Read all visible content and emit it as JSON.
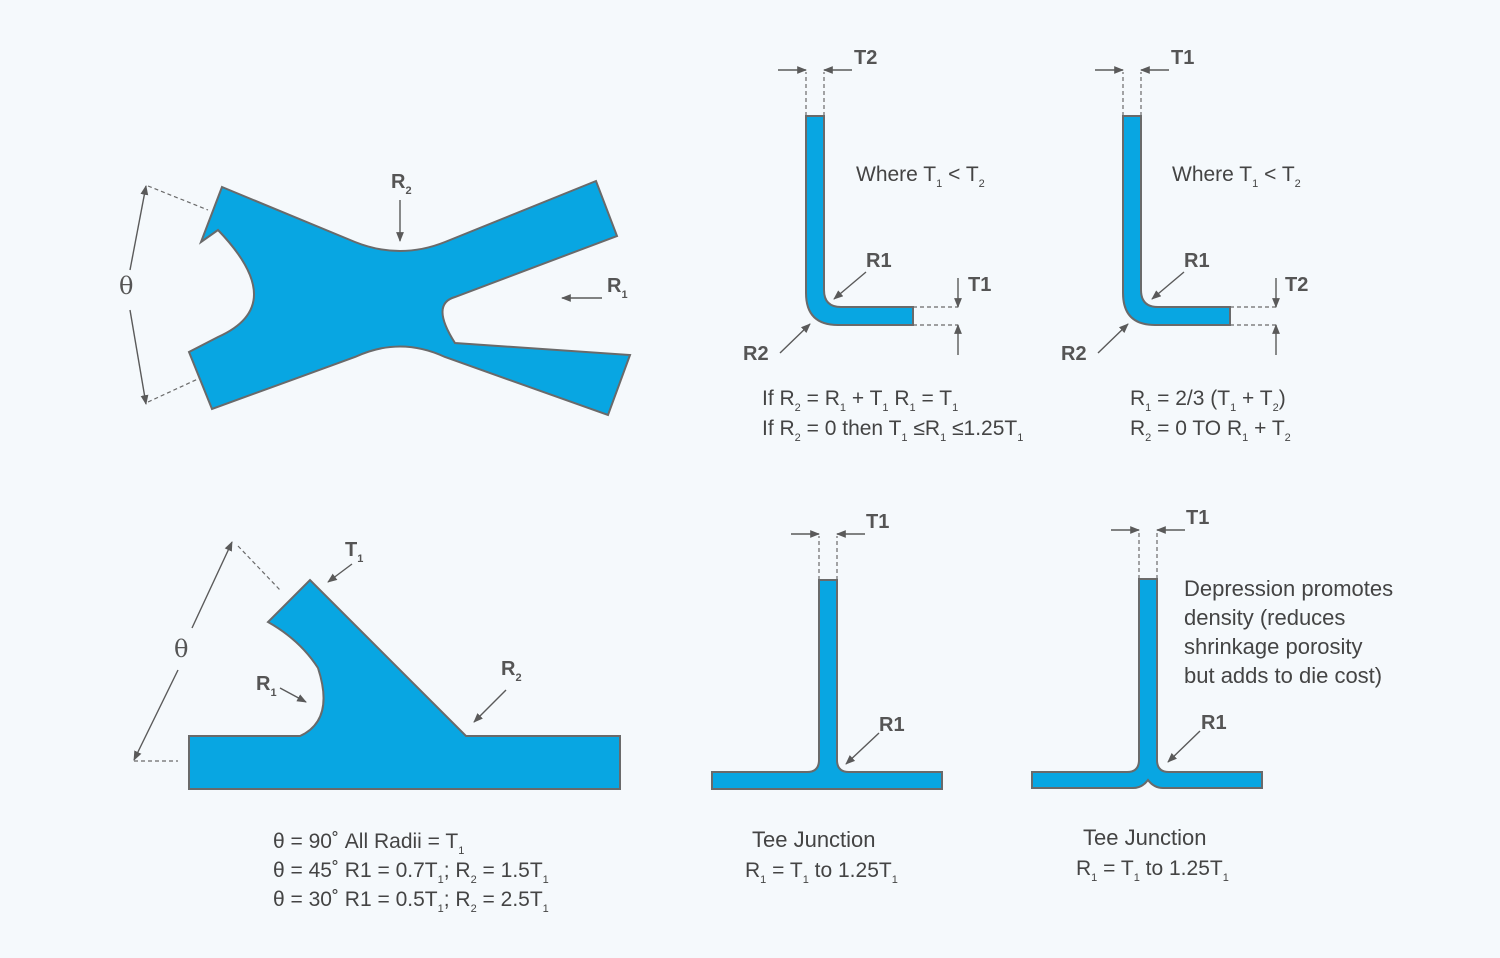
{
  "colors": {
    "part_fill": "#08a6e2",
    "outline": "#6a6a6a",
    "text": "#444444",
    "background": "#f5f9fc"
  },
  "x_junction": {
    "theta": "θ",
    "r2": "R",
    "r2_sub": "2",
    "r1": "R",
    "r1_sub": "1"
  },
  "l_junction_a": {
    "t2": "T2",
    "t1": "T1",
    "r1": "R1",
    "r2": "R2",
    "where": "Where T",
    "where_sub1": "1",
    "where_lt": " < T",
    "where_sub2": "2",
    "rule1": {
      "a": "If R",
      "a_sub": "2",
      "b": " = R",
      "b_sub": "1",
      "c": " + T",
      "c_sub": "1",
      "d": " R",
      "d_sub": "1",
      "e": " = T",
      "e_sub": "1"
    },
    "rule2": {
      "a": "If R",
      "a_sub": "2",
      "b": " = 0 then T",
      "b_sub": "1",
      "c": " ≤R",
      "c_sub": "1",
      "d": " ≤1.25T",
      "d_sub": "1"
    }
  },
  "l_junction_b": {
    "t1": "T1",
    "t2": "T2",
    "r1": "R1",
    "r2": "R2",
    "where": "Where T",
    "where_sub1": "1",
    "where_lt": " < T",
    "where_sub2": "2",
    "rule1": {
      "a": "R",
      "a_sub": "1",
      "b": " = 2/3 (T",
      "b_sub": "1",
      "c": " + T",
      "c_sub": "2",
      "d": ")"
    },
    "rule2": {
      "a": "R",
      "a_sub": "2",
      "b": " = 0 TO R",
      "b_sub": "1",
      "c": " + T",
      "c_sub": "2"
    }
  },
  "y_junction": {
    "theta": "θ",
    "t1": "T",
    "t1_sub": "1",
    "r1": "R",
    "r1_sub": "1",
    "r2": "R",
    "r2_sub": "2",
    "rules": [
      {
        "a": "θ = 90˚ All Radii = T",
        "a_sub": "1"
      },
      {
        "a": "θ = 45˚ R1 = 0.7T",
        "a_sub": "1",
        "b": "; R",
        "b_sub": "2",
        "c": " = 1.5T",
        "c_sub": "1"
      },
      {
        "a": "θ = 30˚ R1 = 0.5T",
        "a_sub": "1",
        "b": "; R",
        "b_sub": "2",
        "c": " = 2.5T",
        "c_sub": "1"
      }
    ]
  },
  "tee_a": {
    "t1": "T1",
    "r1": "R1",
    "caption": "Tee Junction",
    "rule": {
      "a": "R",
      "a_sub": "1",
      "b": " = T",
      "b_sub": "1",
      "c": " to 1.25T",
      "c_sub": "1"
    }
  },
  "tee_b": {
    "t1": "T1",
    "r1": "R1",
    "caption": "Tee Junction",
    "rule": {
      "a": "R",
      "a_sub": "1",
      "b": " = T",
      "b_sub": "1",
      "c": " to 1.25T",
      "c_sub": "1"
    },
    "note_lines": [
      "Depression promotes",
      "density (reduces",
      "shrinkage porosity",
      "but adds to die cost)"
    ]
  }
}
